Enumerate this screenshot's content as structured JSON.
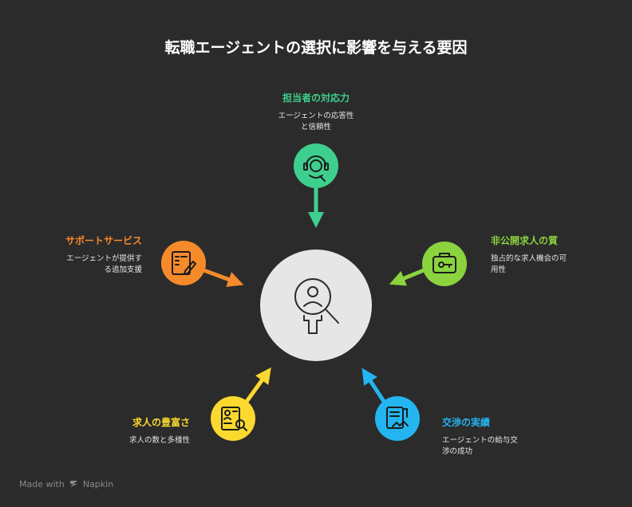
{
  "title": "転職エージェントの選択に影響を与える要因",
  "colors": {
    "background": "#2b2b2b",
    "center": "#e6e6e6",
    "green": "#3ecf8e",
    "lime": "#8bd33f",
    "blue": "#23b5f0",
    "yellow": "#fbd92e",
    "orange": "#f58a2b"
  },
  "center": {
    "icon": "person-search-icon"
  },
  "factors": [
    {
      "key": "top",
      "title": "担当者の対応力",
      "description": "エージェントの応答性\nと信頼性",
      "color": "#3ecf8e",
      "icon": "headset-icon"
    },
    {
      "key": "right",
      "title": "非公開求人の質",
      "description": "独占的な求人機会の可\n用性",
      "color": "#8bd33f",
      "icon": "briefcase-key-icon"
    },
    {
      "key": "bottom-right",
      "title": "交渉の実績",
      "description": "エージェントの給与交\n渉の成功",
      "color": "#23b5f0",
      "icon": "contract-handshake-icon"
    },
    {
      "key": "bottom-left",
      "title": "求人の豊富さ",
      "description": "求人の数と多様性",
      "color": "#fbd92e",
      "icon": "resume-search-icon"
    },
    {
      "key": "left",
      "title": "サポートサービス",
      "description": "エージェントが提供す\nる追加支援",
      "color": "#f58a2b",
      "icon": "document-pen-icon"
    }
  ],
  "footer": {
    "prefix": "Made with",
    "brand": "Napkin",
    "icon": "napkin-logo-icon"
  }
}
